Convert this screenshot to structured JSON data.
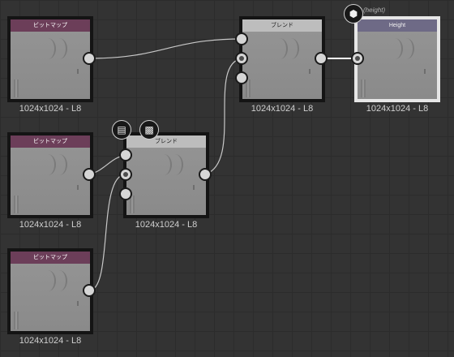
{
  "nodes": {
    "bitmap_1": {
      "title": "ビットマップ",
      "caption": "1024x1024 - L8"
    },
    "bitmap_2": {
      "title": "ビットマップ",
      "caption": "1024x1024 - L8"
    },
    "bitmap_3": {
      "title": "ビットマップ",
      "caption": "1024x1024 - L8"
    },
    "blend_1": {
      "title": "ブレンド",
      "caption": "1024x1024 - L8"
    },
    "blend_2": {
      "title": "ブレンド",
      "caption": "1024x1024 - L8"
    },
    "output": {
      "title": "Height",
      "tag": "(height)",
      "caption": "1024x1024 - L8"
    }
  },
  "icons": {
    "output_badge": "cube-icon",
    "blend_doc_badge": "document-icon",
    "blend_checker_badge": "checker-icon"
  },
  "colors": {
    "bitmap_header": "#6c3e59",
    "blend_header": "#bdbdbd",
    "output_header": "#6e6a86",
    "wire": "#c8c8c8"
  }
}
